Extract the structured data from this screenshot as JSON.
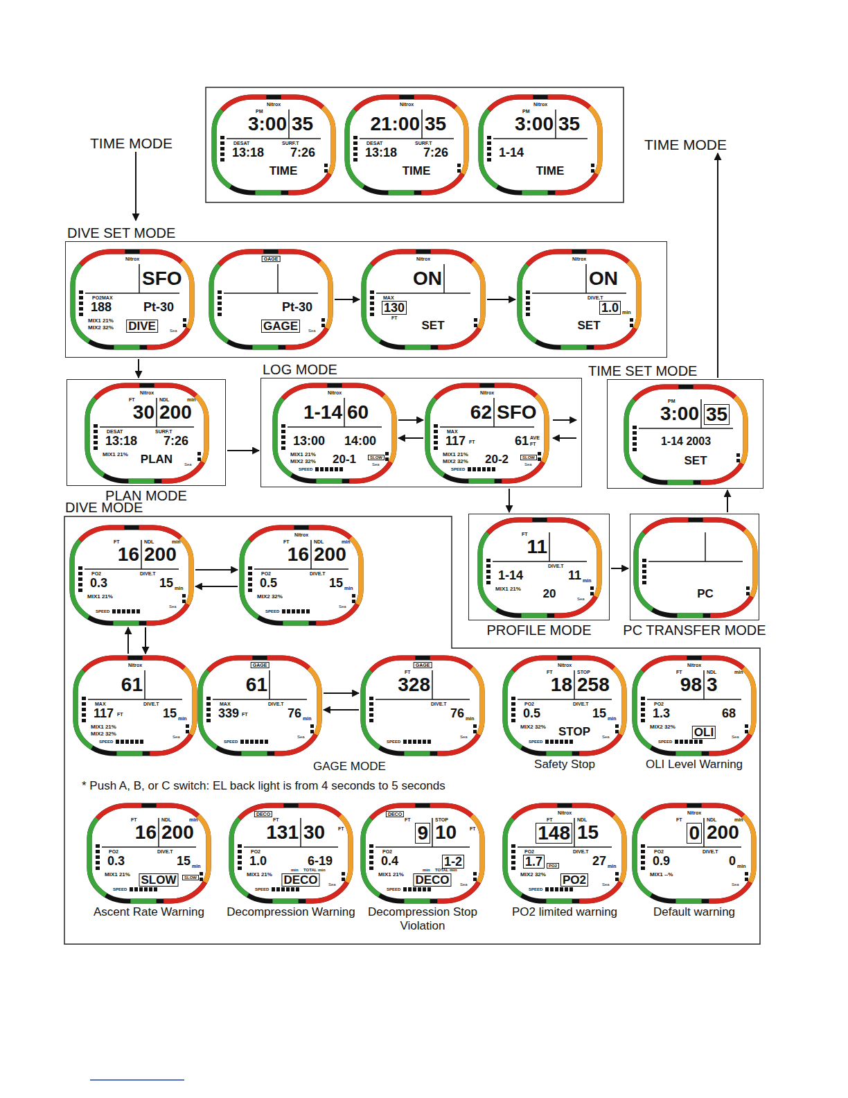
{
  "diagram": {
    "nodes": [
      {
        "text": [
          "TIME MODE"
        ]
      },
      {
        "text": [
          "Nitrox",
          "PM",
          "3:00",
          "35",
          "DESAT",
          "13:18",
          "SURF.T",
          "7:26",
          "TIME"
        ]
      },
      {
        "text": [
          "Nitrox",
          "21:00",
          "35",
          "DESAT",
          "13:18",
          "SURF.T",
          "7:26",
          "TIME"
        ]
      },
      {
        "text": [
          "Nitrox",
          "PM",
          "3:00",
          "35",
          "1-14",
          "TIME"
        ]
      },
      {
        "text": [
          "TIME MODE"
        ]
      },
      {
        "text": [
          "DIVE SET MODE"
        ]
      },
      {
        "text": [
          "Nitrox",
          "SFO",
          "PO2MAX",
          "188",
          "Pt-30",
          "MIX1 21%",
          "MIX2 32%",
          "DIVE",
          "Sea"
        ],
        "in": 5
      },
      {
        "text": [
          "GAGE",
          "Pt-30",
          "GAGE",
          "Sea"
        ],
        "in": 5
      },
      {
        "text": [
          "Nitrox",
          "ON",
          "MAX",
          "130",
          "FT",
          "SET"
        ],
        "in": 5
      },
      {
        "text": [
          "Nitrox",
          "ON",
          "DIVE.T",
          "1.0",
          "min",
          "SET"
        ],
        "in": 5
      },
      {
        "text": [
          "PLAN MODE"
        ]
      },
      {
        "text": [
          "Nitrox",
          "FT",
          "30",
          "NDL",
          "min",
          "200",
          "DESAT",
          "13:18",
          "SURF.T",
          "7:26",
          "MIX1 21%",
          "PLAN",
          "Sea"
        ],
        "in": 10
      },
      {
        "text": [
          "LOG MODE"
        ]
      },
      {
        "text": [
          "Nitrox",
          "1-14",
          "60",
          "13:00",
          "14:00",
          "MIX1 21%",
          "MIX2 32%",
          "20-1",
          "Sea",
          "SLOW",
          "SPEED"
        ],
        "in": 12
      },
      {
        "text": [
          "Nitrox",
          "62",
          "SFO",
          "MAX",
          "117",
          "FT",
          "61",
          "AVE",
          "FT",
          "MIX1 21%",
          "MIX2 32%",
          "20-2",
          "Sea",
          "SLOW",
          "SPEED"
        ],
        "in": 12
      },
      {
        "text": [
          "TIME SET MODE"
        ]
      },
      {
        "text": [
          "PM",
          "3:00",
          "35",
          "1-14 2003",
          "SET"
        ],
        "in": 15
      },
      {
        "text": [
          "PROFILE MODE"
        ]
      },
      {
        "text": [
          "FT",
          "11",
          "1-14",
          "DIVE.T",
          "11",
          "min",
          "MIX1 21%",
          "20",
          "Sea"
        ],
        "in": 17
      },
      {
        "text": [
          "PC TRANSFER MODE"
        ]
      },
      {
        "text": [
          "PC"
        ],
        "in": 19
      },
      {
        "text": [
          "DIVE MODE"
        ]
      },
      {
        "text": [
          "FT",
          "16",
          "NDL",
          "min",
          "200",
          "PO2",
          "0.3",
          "DIVE.T",
          "15",
          "min",
          "MIX1 21%",
          "Sea",
          "SPEED"
        ],
        "in": 21
      },
      {
        "text": [
          "Nitrox",
          "FT",
          "16",
          "NDL",
          "min",
          "200",
          "PO2",
          "0.5",
          "DIVE.T",
          "15",
          "min",
          "MIX2 32%",
          "Sea",
          "SPEED"
        ],
        "in": 21
      },
      {
        "text": [
          "Nitrox",
          "61",
          "MAX",
          "117",
          "FT",
          "DIVE.T",
          "15",
          "min",
          "MIX1 21%",
          "MIX2 32%",
          "Sea",
          "SPEED"
        ],
        "in": 21
      },
      {
        "text": [
          "GAGE",
          "61",
          "MAX",
          "339",
          "FT",
          "DIVE.T",
          "76",
          "min",
          "Sea",
          "SPEED"
        ],
        "in": 21
      },
      {
        "text": [
          "GAGE",
          "FT",
          "328",
          "DIVE.T",
          "76",
          "min",
          "Sea",
          "SPEED"
        ],
        "in": 21
      },
      {
        "text": [
          "Nitrox",
          "FT",
          "18",
          "STOP",
          "258",
          "PO2",
          "0.5",
          "DIVE.T",
          "15",
          "min",
          "MIX2 32%",
          "STOP",
          "Sea",
          "SPEED",
          "Safety Stop"
        ],
        "in": 21
      },
      {
        "text": [
          "Nitrox",
          "FT",
          "98",
          "NDL",
          "min",
          "3",
          "PO2",
          "1.3",
          "68",
          "MIX2 32%",
          "OLI",
          "Sea",
          "SPEED",
          "OLI Level Warning"
        ],
        "in": 21
      },
      {
        "text": [
          "FT",
          "16",
          "NDL",
          "min",
          "200",
          "PO2",
          "0.3",
          "DIVE.T",
          "15",
          "min",
          "MIX1 21%",
          "SLOW",
          "SLOW",
          "SPEED",
          "Ascent Rate Warning"
        ],
        "in": 21
      },
      {
        "text": [
          "DECO",
          "FT",
          "131",
          "30",
          "FT",
          "PO2",
          "1.0",
          "6-19",
          "min",
          "TOTAL min",
          "MIX1 21%",
          "DECO",
          "Sea",
          "SPEED",
          "Decompression Warning"
        ],
        "in": 21
      },
      {
        "text": [
          "DECO",
          "FT",
          "STOP",
          "9",
          "10",
          "FT",
          "PO2",
          "0.4",
          "1-2",
          "min",
          "TOTAL min",
          "MIX1 21%",
          "DECO",
          "Sea",
          "SPEED",
          "Decompression Stop Violation"
        ],
        "in": 21
      },
      {
        "text": [
          "Nitrox",
          "FT",
          "148",
          "NDL",
          "15",
          "PO2",
          "1.7",
          "PO2",
          "DIVE.T",
          "27",
          "min",
          "MIX2 32%",
          "PO2",
          "Sea",
          "SPEED",
          "PO2 limited warning"
        ],
        "in": 21
      },
      {
        "text": [
          "Nitrox",
          "FT",
          "0",
          "NDL",
          "min",
          "200",
          "PO2",
          "0.9",
          "DIVE.T",
          "0",
          "min",
          "MIX1 --%",
          "Sea",
          "Default warning"
        ],
        "in": 21
      }
    ],
    "edges": [
      {
        "from": 0,
        "to": 5,
        "arrow": "to"
      },
      {
        "from": 5,
        "to": 10,
        "arrow": "to"
      },
      {
        "from": 10,
        "to": 12,
        "arrow": "to"
      },
      {
        "from": 13,
        "to": 14,
        "arrow": "to"
      },
      {
        "from": 14,
        "to": 13,
        "arrow": "to"
      },
      {
        "from": 12,
        "to": 17,
        "arrow": "to"
      },
      {
        "from": 17,
        "to": 19,
        "arrow": "to"
      },
      {
        "from": 19,
        "to": 15,
        "arrow": "to"
      },
      {
        "from": 15,
        "to": 4,
        "arrow": "to"
      },
      {
        "from": 7,
        "to": 8,
        "arrow": "to"
      },
      {
        "from": 8,
        "to": 9,
        "arrow": "to"
      },
      {
        "from": 22,
        "to": 23,
        "arrow": "to"
      },
      {
        "from": 23,
        "to": 22,
        "arrow": "to"
      },
      {
        "from": 24,
        "to": 22,
        "arrow": "to"
      },
      {
        "from": 22,
        "to": 24,
        "arrow": "to"
      },
      {
        "from": 25,
        "to": 26,
        "arrow": "to"
      },
      {
        "from": 26,
        "to": 25,
        "arrow": "to"
      }
    ],
    "labels": [
      "GAGE MODE",
      "* Push A, B, or C switch: EL back light is from 4 seconds to 5 seconds"
    ]
  }
}
